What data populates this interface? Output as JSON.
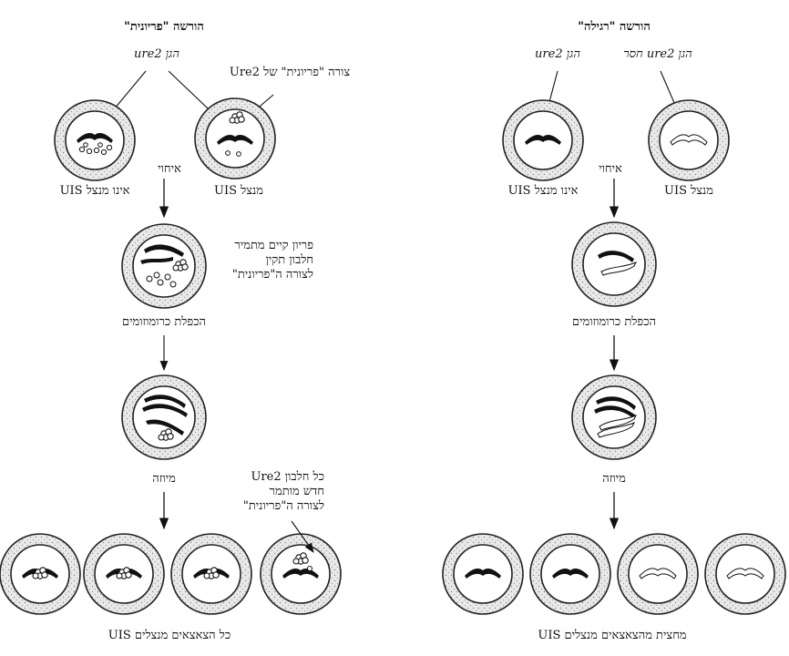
{
  "left_panel": {
    "title": "הורשה \"פריונית\"",
    "gene_label": "הגן ure2",
    "prion_form_label": "צורה \"פריונית\" של Ure2",
    "not_suppressing_uis": "אינו מנצל UIS",
    "suppressing_uis": "מנצל UIS",
    "mating": "איחוי",
    "existing_prion_note": [
      "פריון קיים מתמיר",
      "חלבון תקין",
      "לצורה ה\"פריונית\""
    ],
    "chromosome_duplication": "הכפלת כרומוזומים",
    "meiosis": "מיוזה",
    "new_protein_note": [
      "כל חלבון Ure2",
      "חדש מותמר",
      "לצורה ה\"פריונית\""
    ],
    "outcome": "כל הצאצאים מנצלים UIS"
  },
  "right_panel": {
    "title": "הורשה \"רגילה\"",
    "gene_label": "הגן ure2",
    "missing_gene_label": "הגן ure2 חסר",
    "not_suppressing_uis": "אינו מנצל UIS",
    "suppressing_uis": "מנצל UIS",
    "mating": "איחוי",
    "chromosome_duplication": "הכפלת כרומוזומים",
    "meiosis": "מיוזה",
    "outcome": "מחצית מהצאצאים מנצלים UIS"
  }
}
